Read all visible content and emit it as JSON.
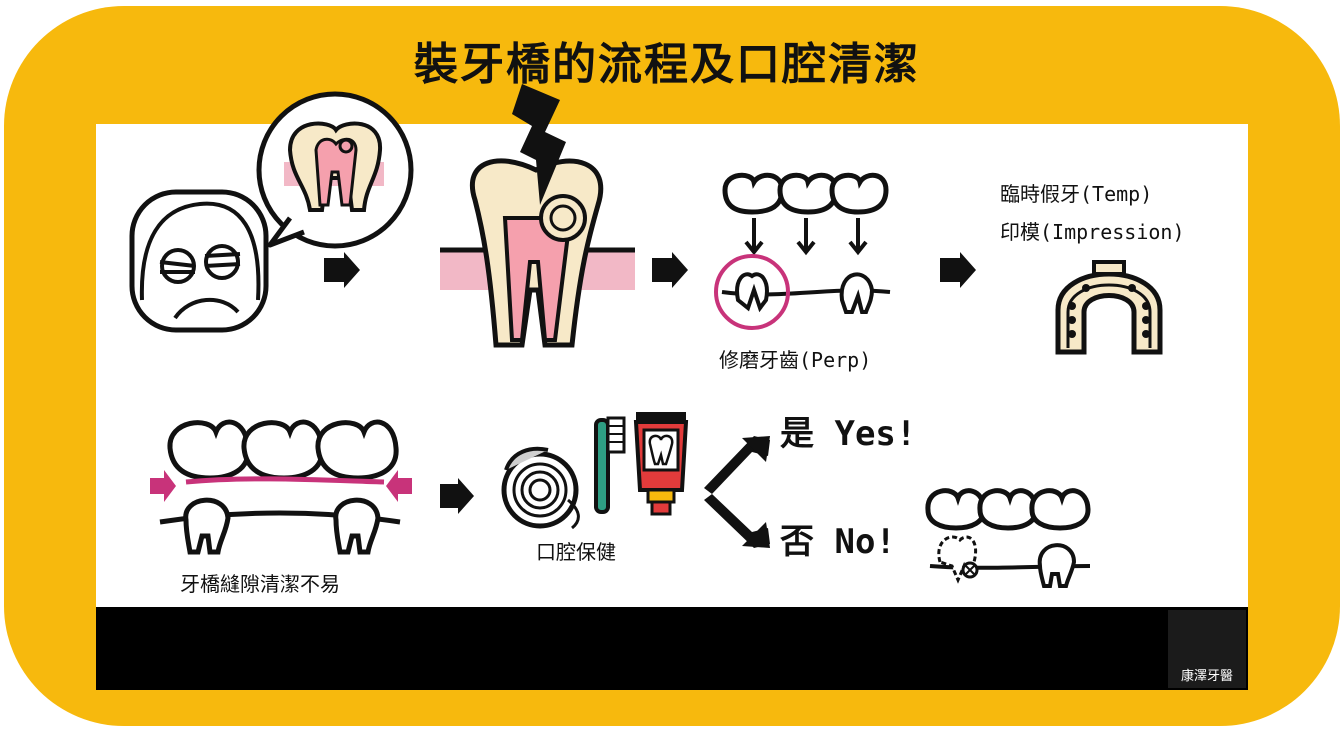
{
  "title": "裝牙橋的流程及口腔清潔",
  "steps": {
    "prep_label": "修磨牙齒(Perp)",
    "temp_label": "臨時假牙(Temp)",
    "impression_label": "印模(Impression)",
    "gap_label": "牙橋縫隙清潔不易",
    "care_label": "口腔保健"
  },
  "decision": {
    "yes_label": "是 Yes!",
    "no_label": "否 No!"
  },
  "logo": {
    "text": "康澤牙醫"
  },
  "colors": {
    "frame": "#F7B90D",
    "gum": "#F2B8C6",
    "pulp": "#F5A0AD",
    "tooth": "#F7E9C8",
    "magenta": "#C8337A",
    "bar": "#000000"
  }
}
